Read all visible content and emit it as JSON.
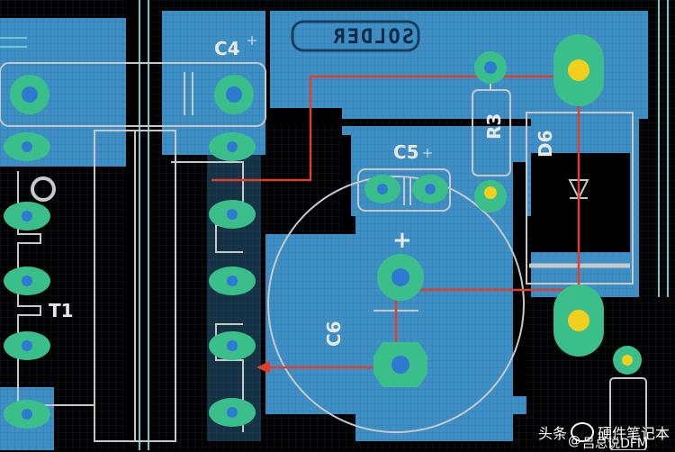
{
  "pcb": {
    "silkscreen_labels": {
      "c4": "C4",
      "c5": "C5",
      "c6": "C6",
      "r3": "R3",
      "d6": "D6",
      "t1": "T1",
      "plus": "+",
      "solder_mirrored": "SOLDER"
    },
    "colors": {
      "board": "#000000",
      "copper": "#3d8fc6",
      "pad": "#3bbf8a",
      "pad_hole": "#2f7ad1",
      "silkscreen": "#c8c8c8",
      "trace_highlight": "#e0402a",
      "yellow_pad": "#f2cf1b",
      "grid_line": "#5ab0c8"
    }
  },
  "watermark": {
    "prefix": "头条",
    "at": "@",
    "text": "硬件笔记本",
    "subtext": "吕总说DFM"
  }
}
